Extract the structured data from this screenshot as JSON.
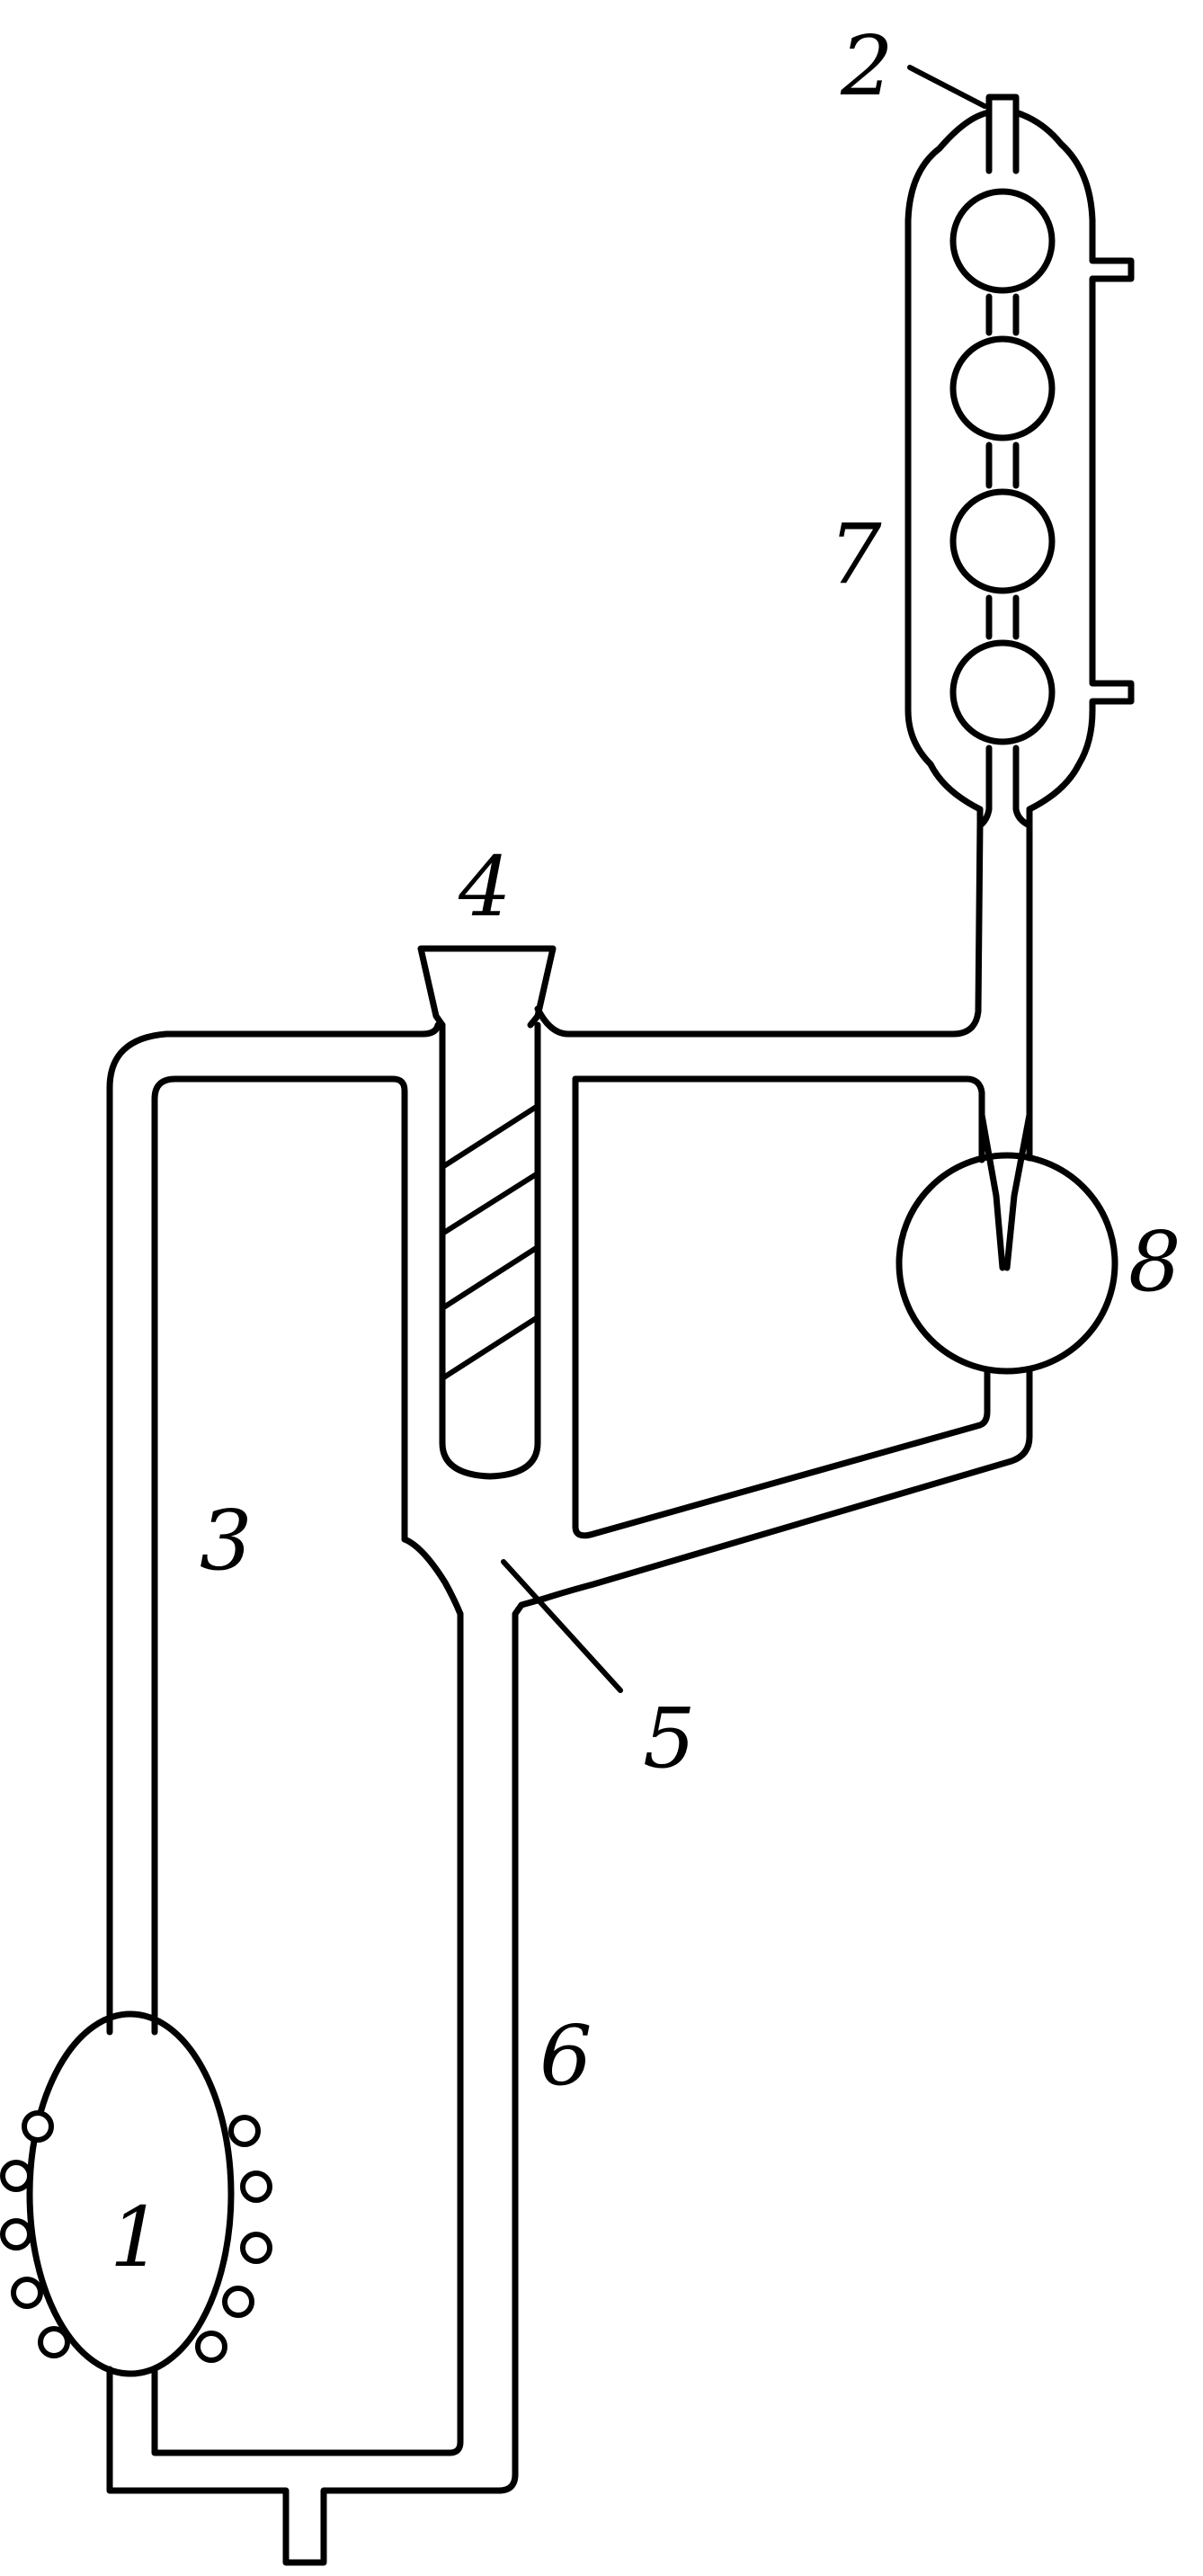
{
  "diagram": {
    "labels": {
      "heater_flask": "1",
      "top_outlet": "2",
      "vapor_tube": "3",
      "sample_tube": "4",
      "junction": "5",
      "return_tube": "6",
      "condenser": "7",
      "receiver": "8"
    }
  },
  "colors": {
    "stroke": "#000000",
    "background": "#ffffff"
  }
}
